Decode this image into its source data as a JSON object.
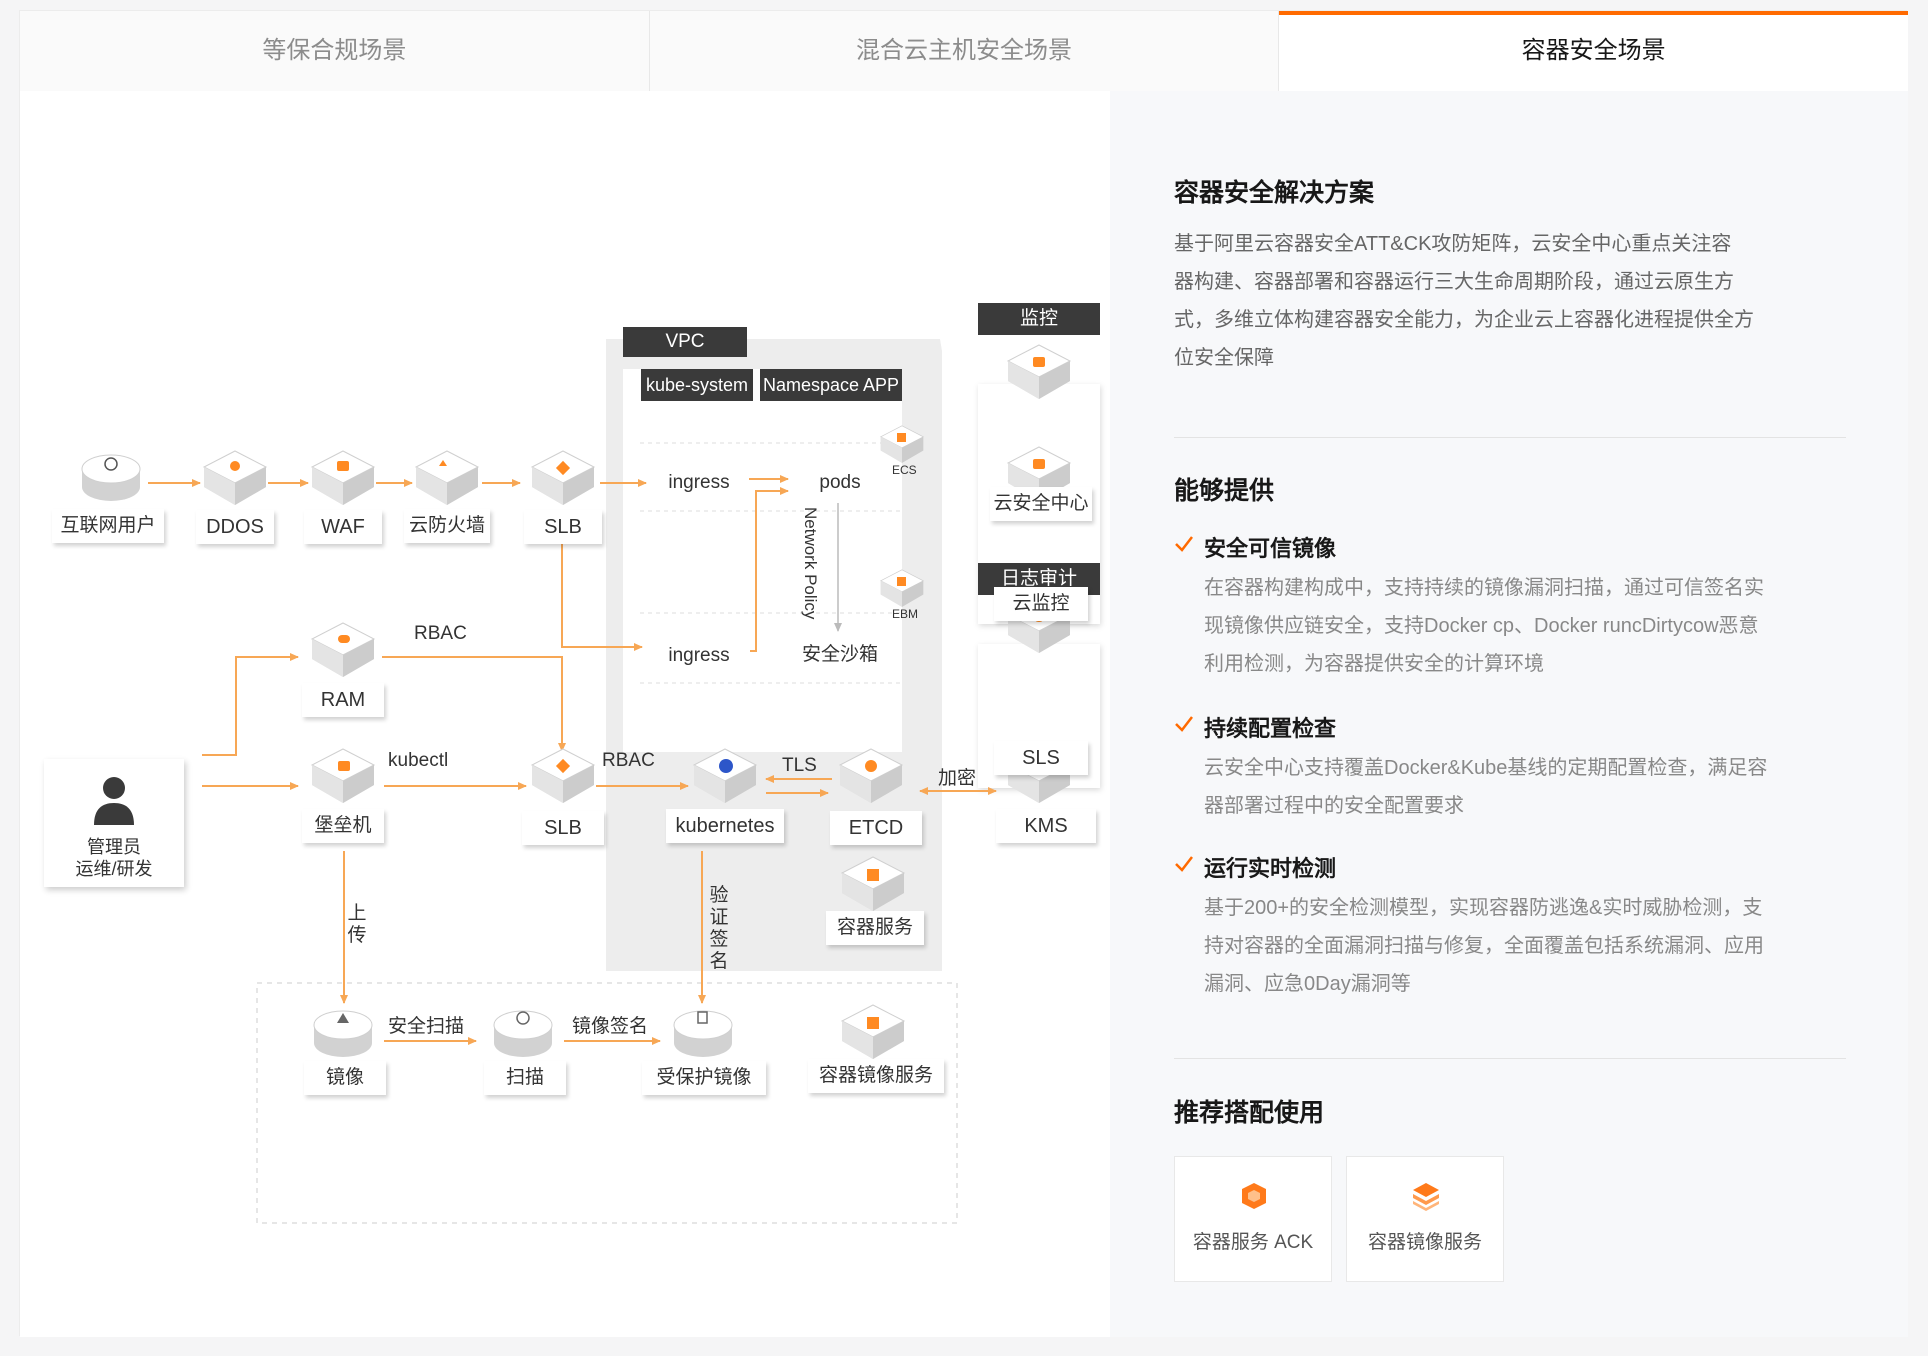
{
  "tabs": [
    {
      "label": "等保合规场景",
      "active": false
    },
    {
      "label": "混合云主机安全场景",
      "active": false
    },
    {
      "label": "容器安全场景",
      "active": true
    }
  ],
  "diagram": {
    "nodes": {
      "internet_user": "互联网用户",
      "ddos": "DDOS",
      "waf": "WAF",
      "cloud_firewall": "云防火墙",
      "slb_top": "SLB",
      "ram": "RAM",
      "bastion": "堡垒机",
      "slb_mid": "SLB",
      "kubernetes": "kubernetes",
      "etcd": "ETCD",
      "kms": "KMS",
      "container_service": "容器服务",
      "image": "镜像",
      "scan": "扫描",
      "protected_image": "受保护镜像",
      "container_registry": "容器镜像服务",
      "security_center": "云安全中心",
      "cloud_monitor": "云监控",
      "sls": "SLS"
    },
    "admin": {
      "line1": "管理员",
      "line2": "运维/研发"
    },
    "edges": {
      "rbac_1": "RBAC",
      "kubectl": "kubectl",
      "rbac_2": "RBAC",
      "tls": "TLS",
      "encrypt": "加密",
      "upload": "上传",
      "verify_sign": "验证签名",
      "security_scan": "安全扫描",
      "image_sign": "镜像签名"
    },
    "vpc": {
      "title": "VPC",
      "kube_system": "kube-system",
      "namespace_app": "Namespace APP",
      "ingress_1": "ingress",
      "ingress_2": "ingress",
      "pods": "pods",
      "sandbox": "安全沙箱",
      "network_policy": "Network Policy",
      "ecs": "ECS",
      "ebm": "EBM"
    },
    "monitor_title": "监控",
    "log_audit_title": "日志审计"
  },
  "side": {
    "solution_title": "容器安全解决方案",
    "solution_desc_lines": [
      "基于阿里云容器安全ATT&CK攻防矩阵，云安全中心重点关注容",
      "器构建、容器部署和容器运行三大生命周期阶段，通过云原生方",
      "式，多维立体构建容器安全能力，为企业云上容器化进程提供全方",
      "位安全保障"
    ],
    "provide_title": "能够提供",
    "features": [
      {
        "title": "安全可信镜像",
        "lines": [
          "在容器构建构成中，支持持续的镜像漏洞扫描，通过可信签名实",
          "现镜像供应链安全，支持Docker cp、Docker runcDirtycow恶意",
          "利用检测，为容器提供安全的计算环境"
        ]
      },
      {
        "title": "持续配置检查",
        "lines": [
          "云安全中心支持覆盖Docker&Kube基线的定期配置检查，满足容",
          "器部署过程中的安全配置要求"
        ]
      },
      {
        "title": "运行实时检测",
        "lines": [
          "基于200+的安全检测模型，实现容器防逃逸&实时威胁检测，支",
          "持对容器的全面漏洞扫描与修复，全面覆盖包括系统漏洞、应用",
          "漏洞、应急0Day漏洞等"
        ]
      }
    ],
    "recommend_title": "推荐搭配使用",
    "products": [
      {
        "label": "容器服务 ACK",
        "icon": "ack-icon"
      },
      {
        "label": "容器镜像服务",
        "icon": "registry-icon"
      }
    ]
  },
  "colors": {
    "accent": "#ff6a00",
    "arrow": "#f7a755",
    "dark": "#3a3a3a"
  }
}
